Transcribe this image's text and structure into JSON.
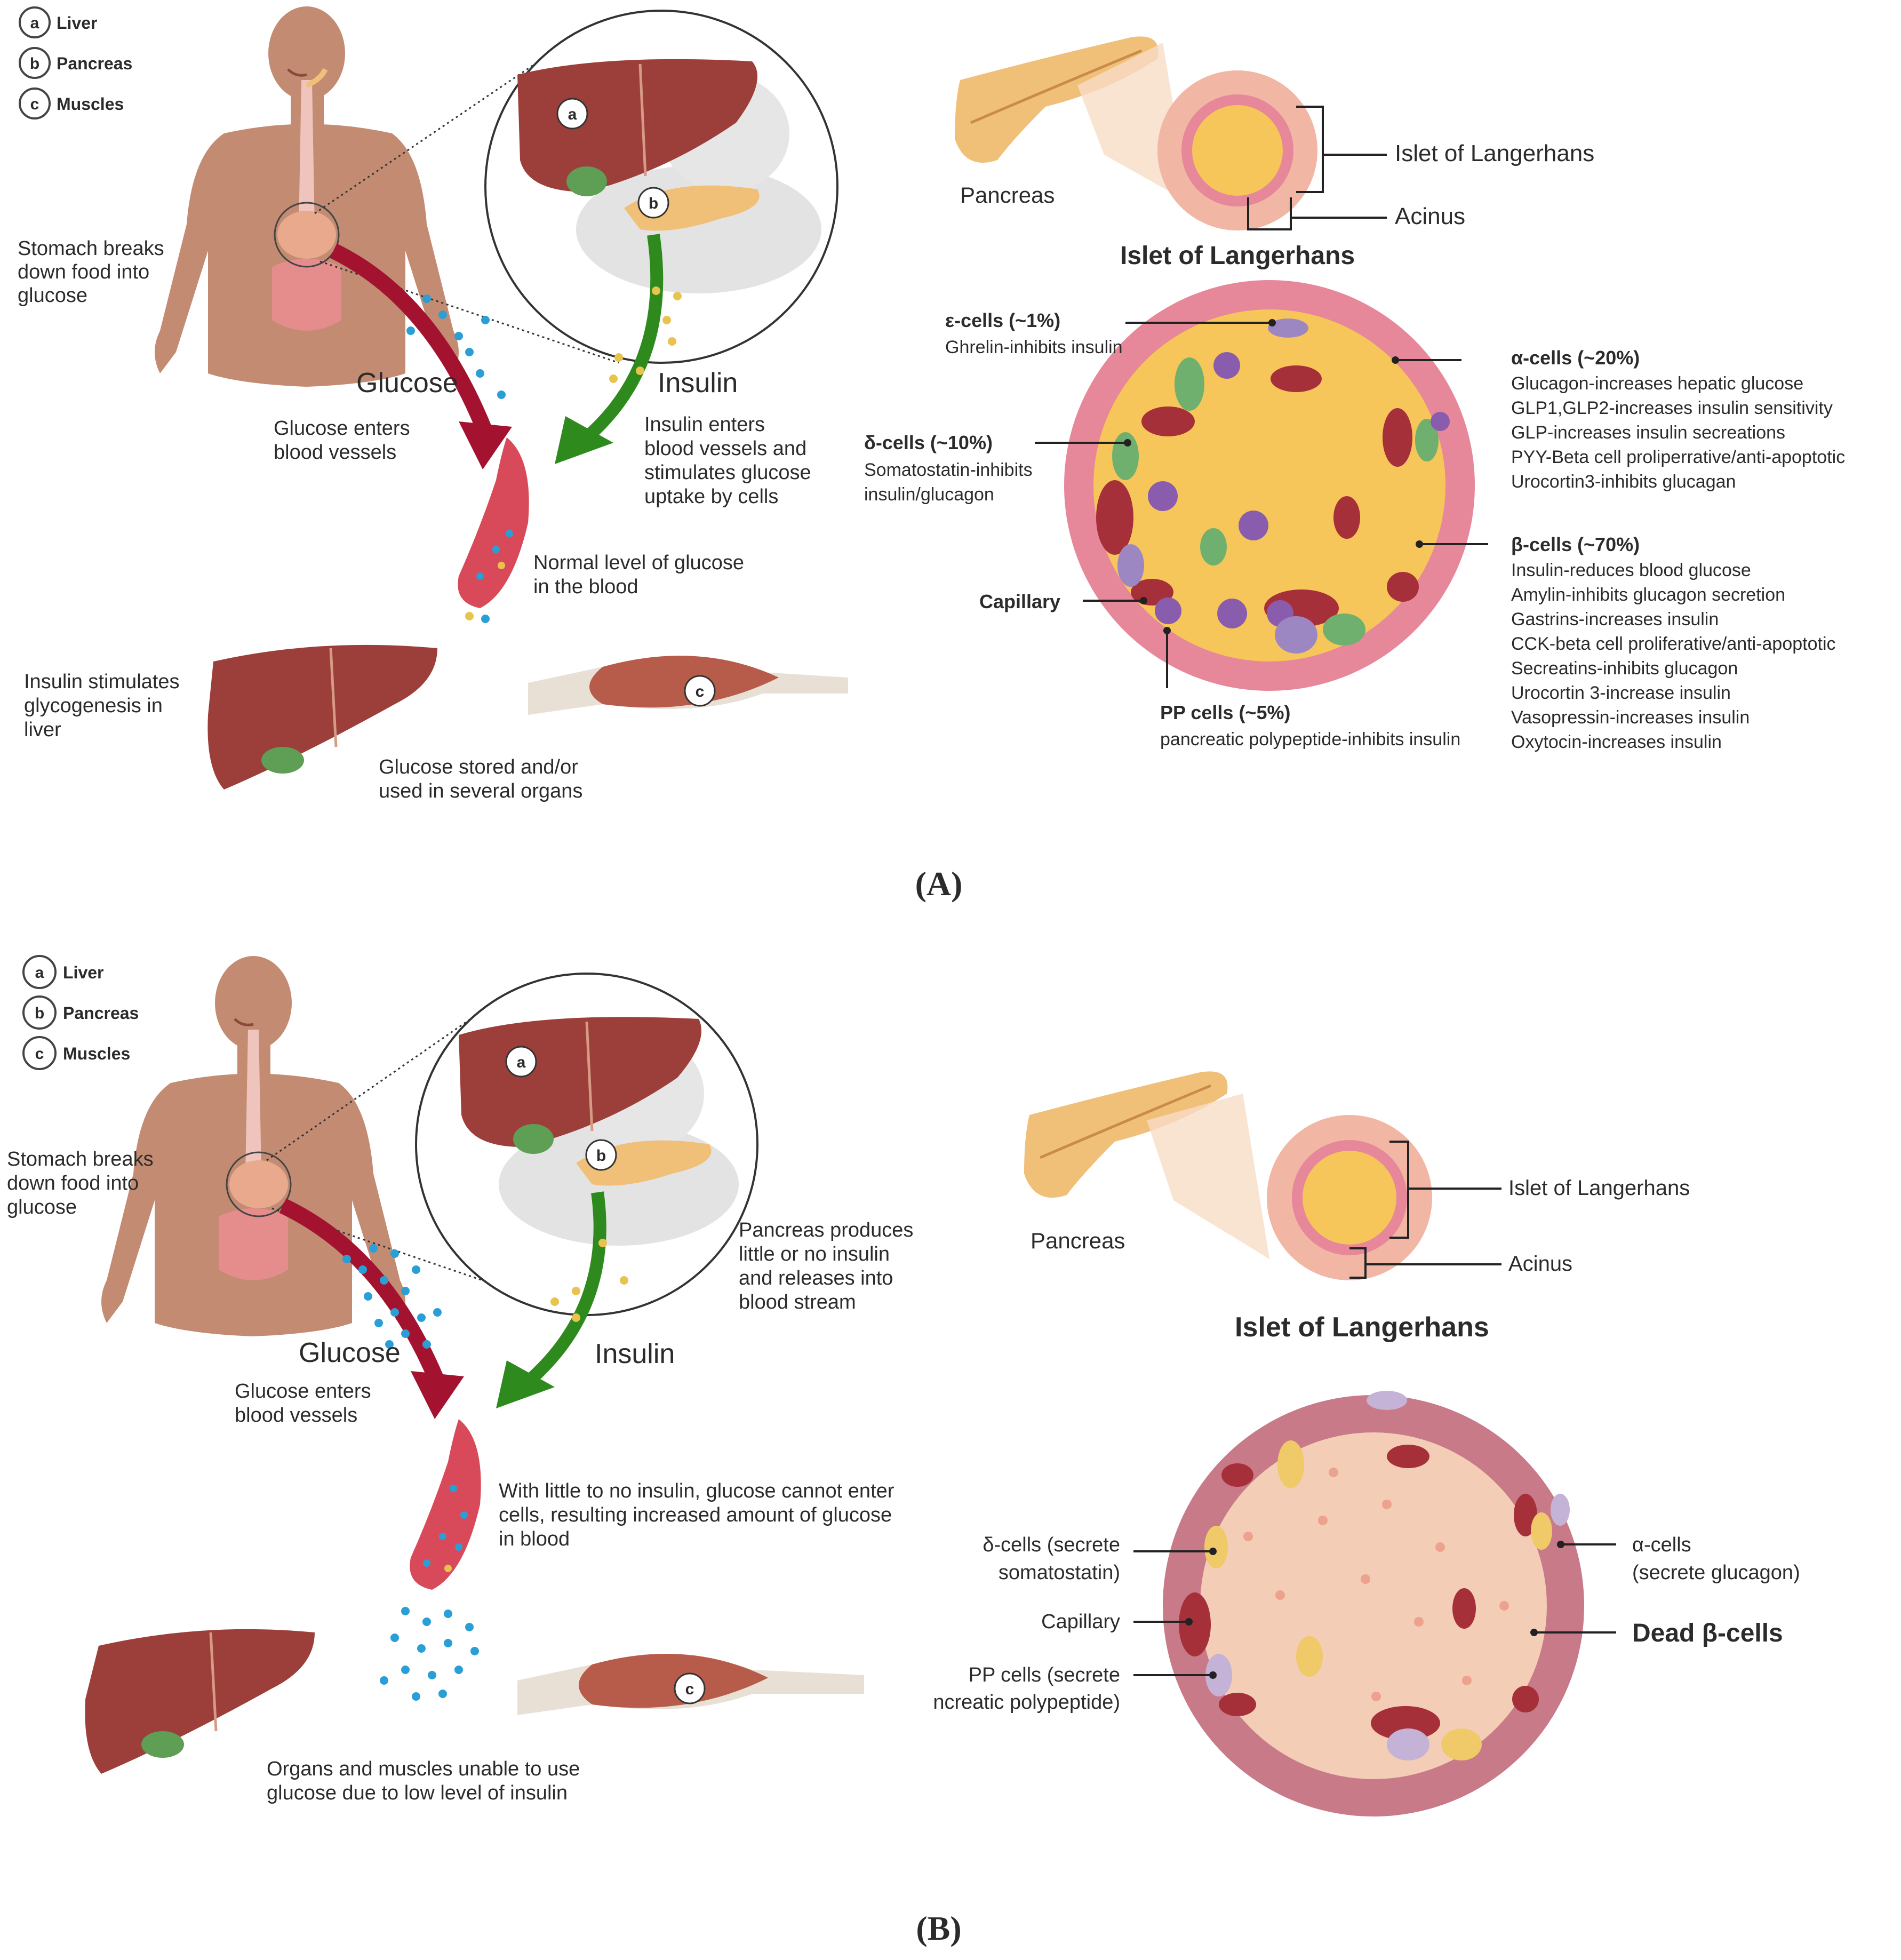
{
  "panel_a": {
    "panel_label": "(A)",
    "legend": [
      {
        "badge": "a",
        "label": "Liver"
      },
      {
        "badge": "b",
        "label": "Pancreas"
      },
      {
        "badge": "c",
        "label": "Muscles"
      }
    ],
    "organ_badges": {
      "liver": "a",
      "pancreas": "b",
      "muscle": "c"
    },
    "stomach_note": [
      "Stomach breaks",
      "down food into",
      "glucose"
    ],
    "glucose_label": "Glucose",
    "glucose_note": [
      "Glucose enters",
      "blood vessels"
    ],
    "insulin_label": "Insulin",
    "insulin_note": [
      "Insulin enters",
      "blood vessels and",
      "stimulates glucose",
      "uptake by cells"
    ],
    "blood_note": [
      "Normal level of glucose",
      "in the blood"
    ],
    "liver_note": [
      "Insulin stimulates",
      "glycogenesis in",
      "liver"
    ],
    "organs_note": [
      "Glucose stored and/or",
      "used in several organs"
    ],
    "pancreas_label": "Pancreas",
    "islet_callout": "Islet of Langerhans",
    "acinus_callout": "Acinus",
    "islet_title": "Islet of Langerhans",
    "epsilon": {
      "title": "ε-cells (~1%)",
      "lines": [
        "Ghrelin-inhibits insulin"
      ]
    },
    "delta": {
      "title": "δ-cells (~10%)",
      "lines": [
        "Somatostatin-inhibits",
        "insulin/glucagon"
      ]
    },
    "capillary": "Capillary",
    "pp": {
      "title": "PP cells (~5%)",
      "lines": [
        "pancreatic polypeptide-inhibits insulin"
      ]
    },
    "alpha": {
      "title": "α-cells (~20%)",
      "lines": [
        "Glucagon-increases hepatic glucose",
        "GLP1,GLP2-increases insulin sensitivity",
        "GLP-increases insulin secreations",
        "PYY-Beta cell proliperrative/anti-apoptotic",
        "Urocortin3-inhibits glucagan"
      ]
    },
    "beta": {
      "title": "β-cells (~70%)",
      "lines": [
        "Insulin-reduces blood glucose",
        "Amylin-inhibits glucagon secretion",
        "Gastrins-increases insulin",
        "CCK-beta cell proliferative/anti-apoptotic",
        "Secreatins-inhibits glucagon",
        "Urocortin 3-increase insulin",
        "Vasopressin-increases insulin",
        "Oxytocin-increases insulin"
      ]
    }
  },
  "panel_b": {
    "panel_label": "(B)",
    "legend": [
      {
        "badge": "a",
        "label": "Liver"
      },
      {
        "badge": "b",
        "label": "Pancreas"
      },
      {
        "badge": "c",
        "label": "Muscles"
      }
    ],
    "organ_badges": {
      "liver": "a",
      "pancreas": "b",
      "muscle": "c"
    },
    "stomach_note": [
      "Stomach breaks",
      "down food into",
      "glucose"
    ],
    "glucose_label": "Glucose",
    "glucose_note": [
      "Glucose enters",
      "blood vessels"
    ],
    "insulin_label": "Insulin",
    "pancreas_note": [
      "Pancreas produces",
      "little or no insulin",
      "and releases into",
      "blood stream"
    ],
    "blood_note": [
      "With little to no insulin, glucose cannot enter",
      "cells, resulting increased amount of glucose",
      "in blood"
    ],
    "organs_note": [
      "Organs and muscles unable to use",
      "glucose due to low level of  insulin"
    ],
    "pancreas_label": "Pancreas",
    "islet_callout": "Islet of Langerhans",
    "acinus_callout": "Acinus",
    "islet_title": "Islet of Langerhans",
    "delta": [
      "δ-cells (secrete",
      "somatostatin)"
    ],
    "capillary": "Capillary",
    "pp": [
      "PP cells (secrete",
      "ncreatic polypeptide)"
    ],
    "alpha": [
      "α-cells",
      "(secrete glucagon)"
    ],
    "dead_beta": "Dead β-cells"
  },
  "colors": {
    "skin": "#c28b72",
    "liver": "#9c3f3a",
    "pancreas": "#f0bf78",
    "glucose_arrow": "#a3122e",
    "insulin_arrow": "#2f8a1e",
    "glucose_dot": "#2a9fd6",
    "insulin_dot": "#e8c34e",
    "beta_cell": "#f6c65a",
    "dead_beta_cell": "#f4cdb6",
    "mantle_cell": "#e7879a",
    "dead_mantle_cell": "#c87a88",
    "alpha_cell": "#6fb06e",
    "pp_cell": "#8a5cae",
    "epsilon_cell": "#9d87c2",
    "capillary": "#a6303a"
  }
}
